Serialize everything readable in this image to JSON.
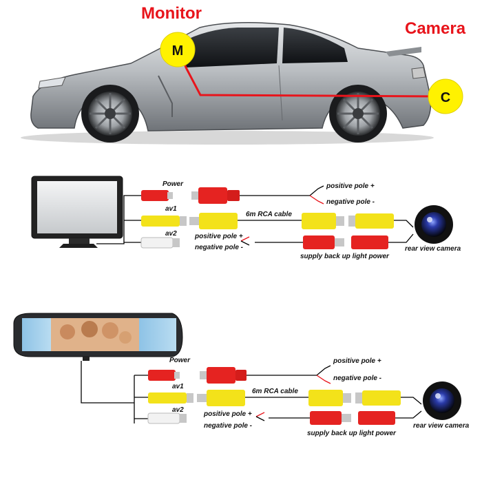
{
  "top": {
    "monitor_title": "Monitor",
    "camera_title": "Camera",
    "monitor_badge": "M",
    "camera_badge": "C"
  },
  "diagram1": {
    "power": "Power",
    "av1": "av1",
    "av2": "av2",
    "cable": "6m RCA cable",
    "pos_pole_right": "positive pole +",
    "neg_pole_right": "negative pole -",
    "pos_pole_left": "positive pole +",
    "neg_pole_left": "negative pole -",
    "supply": "supply back up light power",
    "rear_camera": "rear view camera"
  },
  "diagram2": {
    "power": "Power",
    "av1": "av1",
    "av2": "av2",
    "cable": "6m RCA cable",
    "pos_pole_right": "positive pole +",
    "neg_pole_right": "negative pole -",
    "pos_pole_left": "positive pole +",
    "neg_pole_left": "negative pole -",
    "supply": "supply back up light power",
    "rear_camera": "rear view camera"
  },
  "colors": {
    "accent_red": "#e8141b",
    "badge_yellow": "#fff200",
    "rca_yellow": "#f3e21a",
    "plug_red": "#e52321"
  }
}
